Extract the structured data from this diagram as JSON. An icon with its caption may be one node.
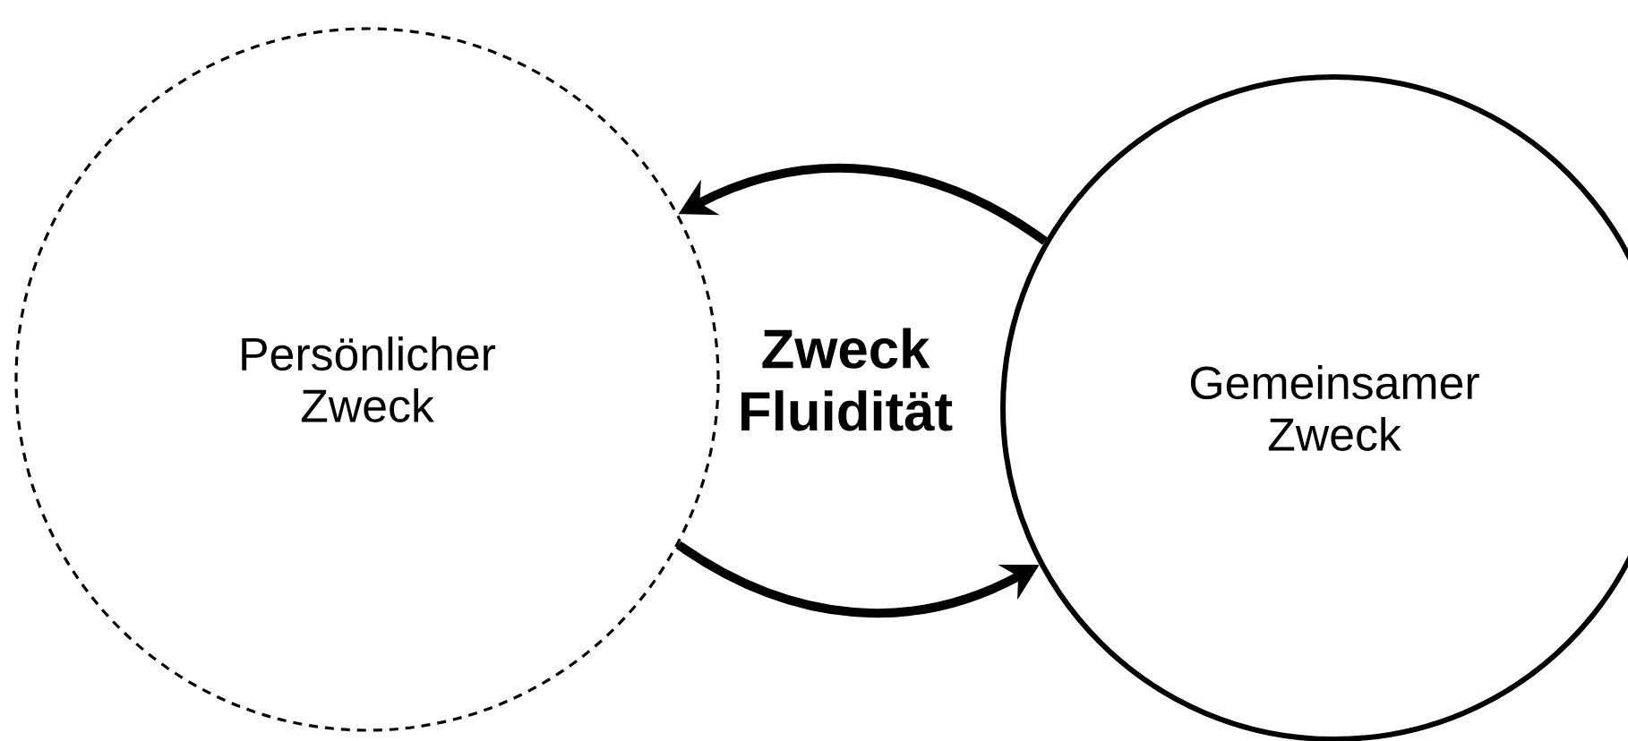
{
  "diagram": {
    "nodes": [
      {
        "text": [
          "Persönlicher Zweck"
        ]
      },
      {
        "text": [
          "Zweck Fluidität"
        ]
      },
      {
        "text": [
          "Gemeinsamer Zweck"
        ]
      }
    ],
    "edges": [
      {
        "from": 2,
        "to": 0,
        "arrow": "to"
      },
      {
        "from": 0,
        "to": 2,
        "arrow": "to"
      }
    ]
  }
}
